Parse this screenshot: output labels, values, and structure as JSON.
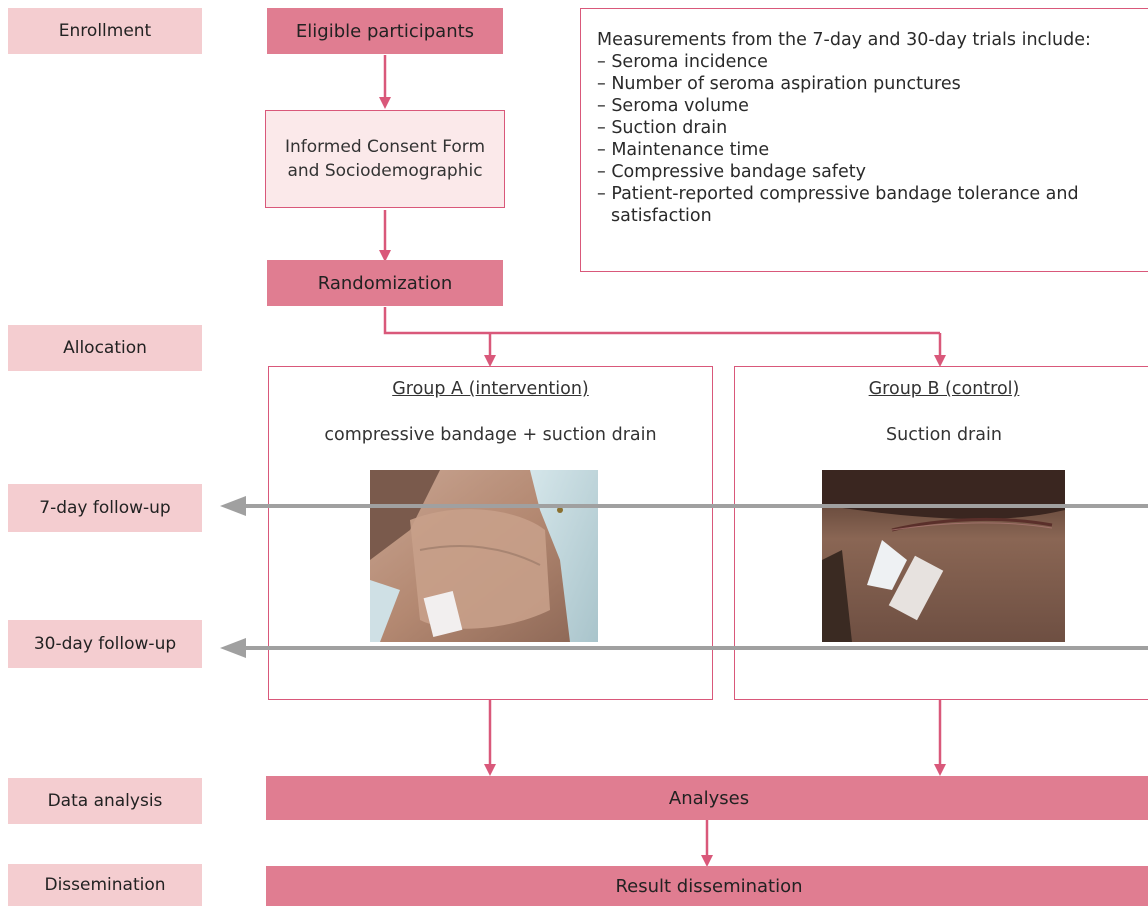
{
  "stages": {
    "enrollment": "Enrollment",
    "allocation": "Allocation",
    "followup7": "7-day follow-up",
    "followup30": "30-day follow-up",
    "data_analysis": "Data analysis",
    "dissemination": "Dissemination"
  },
  "boxes": {
    "eligible": "Eligible participants",
    "consent": "Informed Consent Form and Sociodemographic",
    "randomization": "Randomization",
    "analyses": "Analyses",
    "result": "Result dissemination"
  },
  "measurements": {
    "heading": "Measurements from the 7-day and 30-day trials include:",
    "items": [
      "– Seroma incidence",
      "– Number of seroma aspiration punctures",
      "– Seroma volume",
      "– Suction drain",
      "– Maintenance time",
      "– Compressive bandage safety",
      "– Patient-reported compressive bandage tolerance and satisfaction"
    ]
  },
  "groups": {
    "a": {
      "title": "Group A (intervention)",
      "desc": "compressive bandage + suction drain"
    },
    "b": {
      "title": "Group B (control)",
      "desc": "Suction drain"
    }
  },
  "colors": {
    "pink_solid": "#e07d91",
    "pink_light": "#f4cdd0",
    "pink_line": "#d9587a",
    "gray_arrow": "#a0a0a0"
  }
}
